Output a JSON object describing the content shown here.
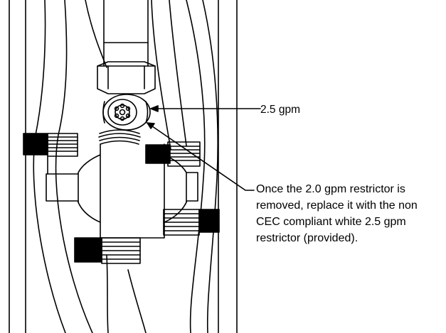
{
  "labels": {
    "flow_rate": "2.5 gpm",
    "instructions": [
      "Once the 2.0 gpm restrictor is",
      "removed, replace it with the non",
      "CEC compliant white 2.5 gpm",
      "restrictor (provided)."
    ]
  },
  "colors": {
    "line": "#000000",
    "background": "#ffffff",
    "band": "#000000"
  }
}
